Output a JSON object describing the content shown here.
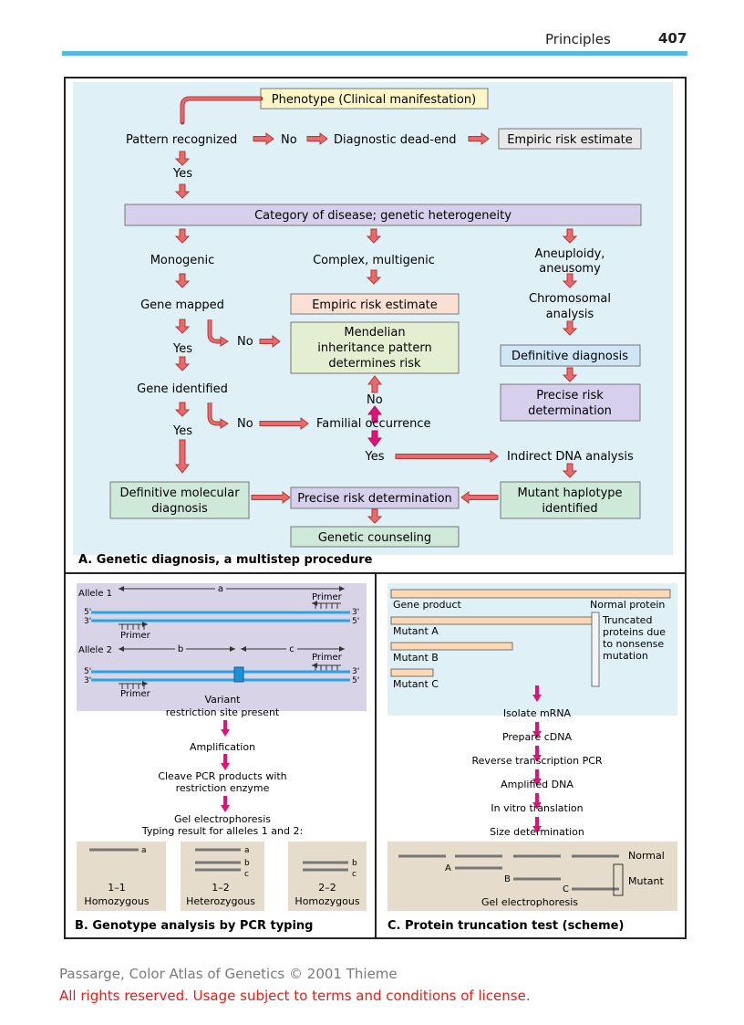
{
  "header": {
    "section": "Principles",
    "page": "407"
  },
  "panelA": {
    "caption": "A. Genetic diagnosis, a multistep procedure",
    "phenotype": "Phenotype (Clinical manifestation)",
    "pattern_recognized": "Pattern recognized",
    "no1": "No",
    "dead_end": "Diagnostic dead-end",
    "empiric1": "Empiric risk estimate",
    "yes1": "Yes",
    "category": "Category of disease; genetic heterogeneity",
    "monogenic": "Monogenic",
    "complex": "Complex, multigenic",
    "aneuploidy": [
      "Aneuploidy,",
      "aneusomy"
    ],
    "empiric2": "Empiric risk estimate",
    "gene_mapped": "Gene mapped",
    "chromosomal": [
      "Chromosomal",
      "analysis"
    ],
    "mendelian": [
      "Mendelian",
      "inheritance pattern",
      "determines risk"
    ],
    "no2": "No",
    "yes2": "Yes",
    "definitive_diag": "Definitive diagnosis",
    "gene_identified": "Gene identified",
    "no_center": "No",
    "precise_right": [
      "Precise risk",
      "determination"
    ],
    "no3": "No",
    "yes3": "Yes",
    "familial": "Familial occurrence",
    "yes_center": "Yes",
    "indirect": "Indirect DNA analysis",
    "def_molecular": [
      "Definitive molecular",
      "diagnosis"
    ],
    "precise_center": "Precise risk determination",
    "mutant_haplo": [
      "Mutant haplotype",
      "identified"
    ],
    "counseling": "Genetic counseling"
  },
  "panelB": {
    "caption": "B. Genotype analysis by PCR typing",
    "allele1": "Allele 1",
    "allele2": "Allele 2",
    "a": "a",
    "b": "b",
    "c": "c",
    "primer": "Primer",
    "five": "5'",
    "three": "3'",
    "variant": [
      "Variant",
      "restriction site present"
    ],
    "amplification": "Amplification",
    "cleave": [
      "Cleave PCR products with",
      "restriction enzyme"
    ],
    "gel": [
      "Gel electrophoresis",
      "Typing result for alleles 1 and 2:"
    ],
    "lanes": [
      {
        "genotype": "1–1",
        "type": "Homozygous"
      },
      {
        "genotype": "1–2",
        "type": "Heterozygous"
      },
      {
        "genotype": "2–2",
        "type": "Homozygous"
      }
    ]
  },
  "panelC": {
    "caption": "C. Protein truncation test (scheme)",
    "gene_product": "Gene product",
    "normal_protein": "Normal protein",
    "mutant_a": "Mutant A",
    "mutant_b": "Mutant B",
    "mutant_c": "Mutant C",
    "truncated": [
      "Truncated",
      "proteins due",
      "to nonsense",
      "mutation"
    ],
    "steps": [
      "Isolate mRNA",
      "Prepare cDNA",
      "Reverse transcription PCR",
      "Amplified DNA",
      "In vitro translation",
      "Size determination"
    ],
    "gel_normal": "Normal",
    "gel_mutant": "Mutant",
    "gel_a": "A",
    "gel_b": "B",
    "gel_c": "C",
    "gel_caption": "Gel electrophoresis"
  },
  "footer": {
    "line1": "Passarge, Color Atlas of Genetics © 2001 Thieme",
    "line2": "All rights reserved. Usage subject to terms and conditions of license."
  },
  "colors": {
    "flow_bg": "#dff0f7",
    "lavender": "#d7d0ec",
    "yellow": "#fdf7c8",
    "pink": "#fde0d4",
    "blue_box": "#cfe6f6",
    "green": "#cfe9d8",
    "gel_bg": "#e6dccb",
    "dna": "#27a6e4",
    "arrow_red": "#d94c4c",
    "arrow_mag": "#e0127a"
  }
}
